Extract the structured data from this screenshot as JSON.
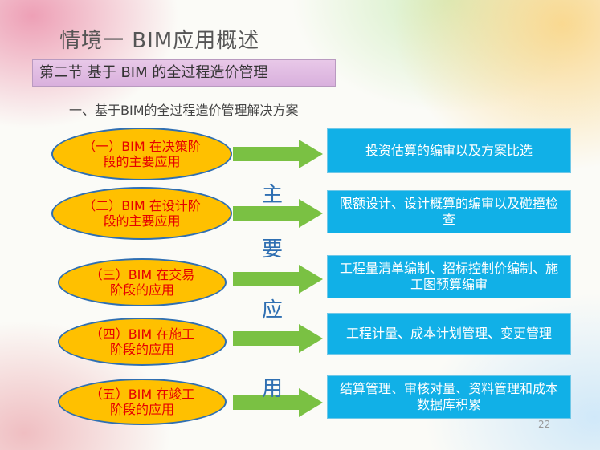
{
  "slide": {
    "title": "情境一  BIM应用概述",
    "section": "第二节   基于 BIM 的全过程造价管理",
    "subtitle": "一、基于BIM的全过程造价管理解决方案",
    "page_number": "22"
  },
  "stages": [
    {
      "label": "（一）BIM 在决策阶段的主要应用",
      "result": "投资估算的编审以及方案比选"
    },
    {
      "label": "（二）BIM 在设计阶段的主要应用",
      "result": "限额设计、设计概算的编审以及碰撞检查"
    },
    {
      "label": "（三）BIM 在交易阶段的应用",
      "result": "工程量清单编制、招标控制价编制、施工图预算编审"
    },
    {
      "label": "（四）BIM 在施工阶段的应用",
      "result": "工程计量、成本计划管理、变更管理"
    },
    {
      "label": "（五）BIM 在竣工阶段的应用",
      "result": "结算管理、审核对量、资料管理和成本数据库积累"
    }
  ],
  "vertical_label": [
    "主",
    "要",
    "应",
    "用"
  ],
  "colors": {
    "ellipse_fill": "#ffc000",
    "ellipse_border": "#2f6fb2",
    "ellipse_text": "#e60000",
    "arrow": "#7ac143",
    "box_fill": "#11b0e7",
    "vertical_text": "#2f6fb2"
  }
}
